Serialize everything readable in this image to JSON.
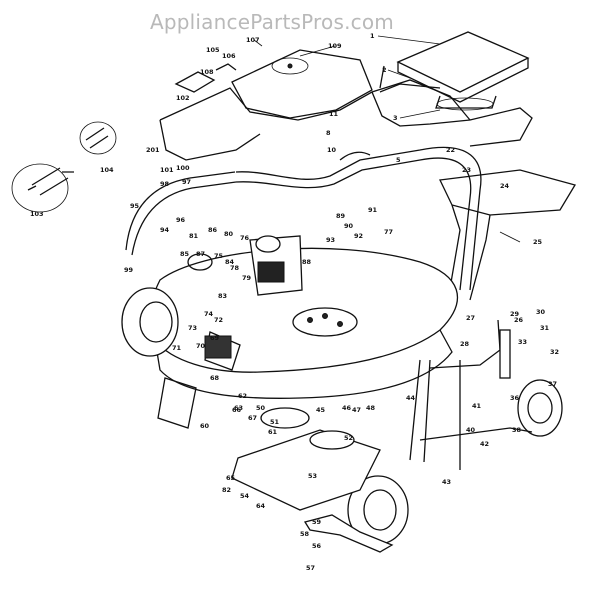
{
  "watermark": "AppliancePartsPros.com",
  "colors": {
    "ink": "#111111",
    "watermark": "#b9b9b9",
    "background": "#ffffff"
  },
  "callouts": {
    "c1": "1",
    "c2": "2",
    "c3": "3",
    "c5": "5",
    "c8": "8",
    "c10": "10",
    "c11": "11",
    "c22": "22",
    "c23": "23",
    "c24": "24",
    "c25": "25",
    "c26": "26",
    "c27": "27",
    "c28": "28",
    "c29": "29",
    "c30": "30",
    "c31": "31",
    "c32": "32",
    "c33": "33",
    "c36": "36",
    "c37": "37",
    "c38": "38",
    "c40": "40",
    "c41": "41",
    "c42": "42",
    "c43": "43",
    "c44": "44",
    "c45": "45",
    "c46": "46",
    "c47": "47",
    "c48": "48",
    "c50": "50",
    "c51": "51",
    "c52": "52",
    "c53": "53",
    "c54": "54",
    "c56": "56",
    "c57": "57",
    "c58": "58",
    "c59": "59",
    "c60": "60",
    "c61": "61",
    "c62": "62",
    "c63": "63",
    "c64": "64",
    "c65": "65",
    "c66": "66",
    "c67": "67",
    "c68": "68",
    "c69": "69",
    "c70": "70",
    "c71": "71",
    "c72": "72",
    "c73": "73",
    "c74": "74",
    "c75": "75",
    "c76": "76",
    "c77": "77",
    "c78": "78",
    "c79": "79",
    "c80": "80",
    "c81": "81",
    "c82": "82",
    "c83": "83",
    "c84": "84",
    "c85": "85",
    "c86": "86",
    "c87": "87",
    "c88": "88",
    "c89": "89",
    "c90": "90",
    "c91": "91",
    "c92": "92",
    "c93": "93",
    "c94": "94",
    "c95": "95",
    "c96": "96",
    "c97": "97",
    "c98": "98",
    "c99": "99",
    "c100": "100",
    "c101": "101",
    "c102": "102",
    "c103": "103",
    "c104": "104",
    "c105": "105",
    "c106": "106",
    "c107": "107",
    "c108": "108",
    "c109": "109",
    "c201": "201"
  }
}
